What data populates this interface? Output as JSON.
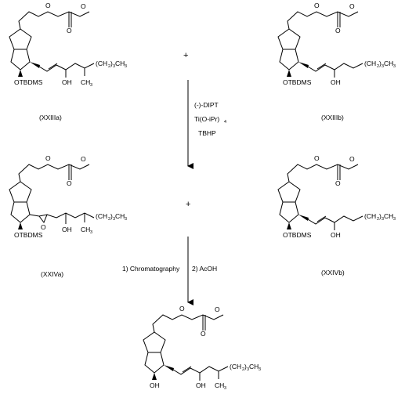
{
  "compounds": {
    "XXIIIa": {
      "label": "(XXIIIa)",
      "ester_o": "O",
      "ether_o": "O",
      "me_label": "",
      "protect": "OTBDMS",
      "oh": "OH",
      "tail": "(CH2)3CH3",
      "tail_sub": "2",
      "tail_sub2": "3",
      "ch3": "CH3"
    },
    "XXIIIb": {
      "label": "(XXIIIb)",
      "protect": "OTBDMS",
      "oh": "OH",
      "tail": "(CH2)3CH3"
    },
    "XXIVa": {
      "label": "(XXIVa)",
      "protect": "OTBDMS",
      "oh": "OH",
      "epox_o": "O",
      "tail": "(CH2)3CH3",
      "ch3": "CH3"
    },
    "XXIVb": {
      "label": "(XXIVb)",
      "protect": "OTBDMS",
      "oh": "OH",
      "tail": "(CH2)3CH3"
    },
    "final": {
      "oh_ring": "OH",
      "oh": "OH",
      "tail": "(CH2)3CH3"
    }
  },
  "text": {
    "O": "O",
    "OTBDMS": "OTBDMS",
    "OH": "OH",
    "CH": "CH",
    "CH2": "(CH",
    "tail_close": ")",
    "tail_end": "CH",
    "sub2": "2",
    "sub3": "3"
  },
  "plus_sign": "+",
  "step1": {
    "reagent1": "(-)-DIPT",
    "reagent2": "Ti(O-iPr)",
    "reagent2_sub": "4",
    "reagent3": "TBHP"
  },
  "step2": {
    "left": "1) Chromatography",
    "right": "2) AcOH"
  }
}
